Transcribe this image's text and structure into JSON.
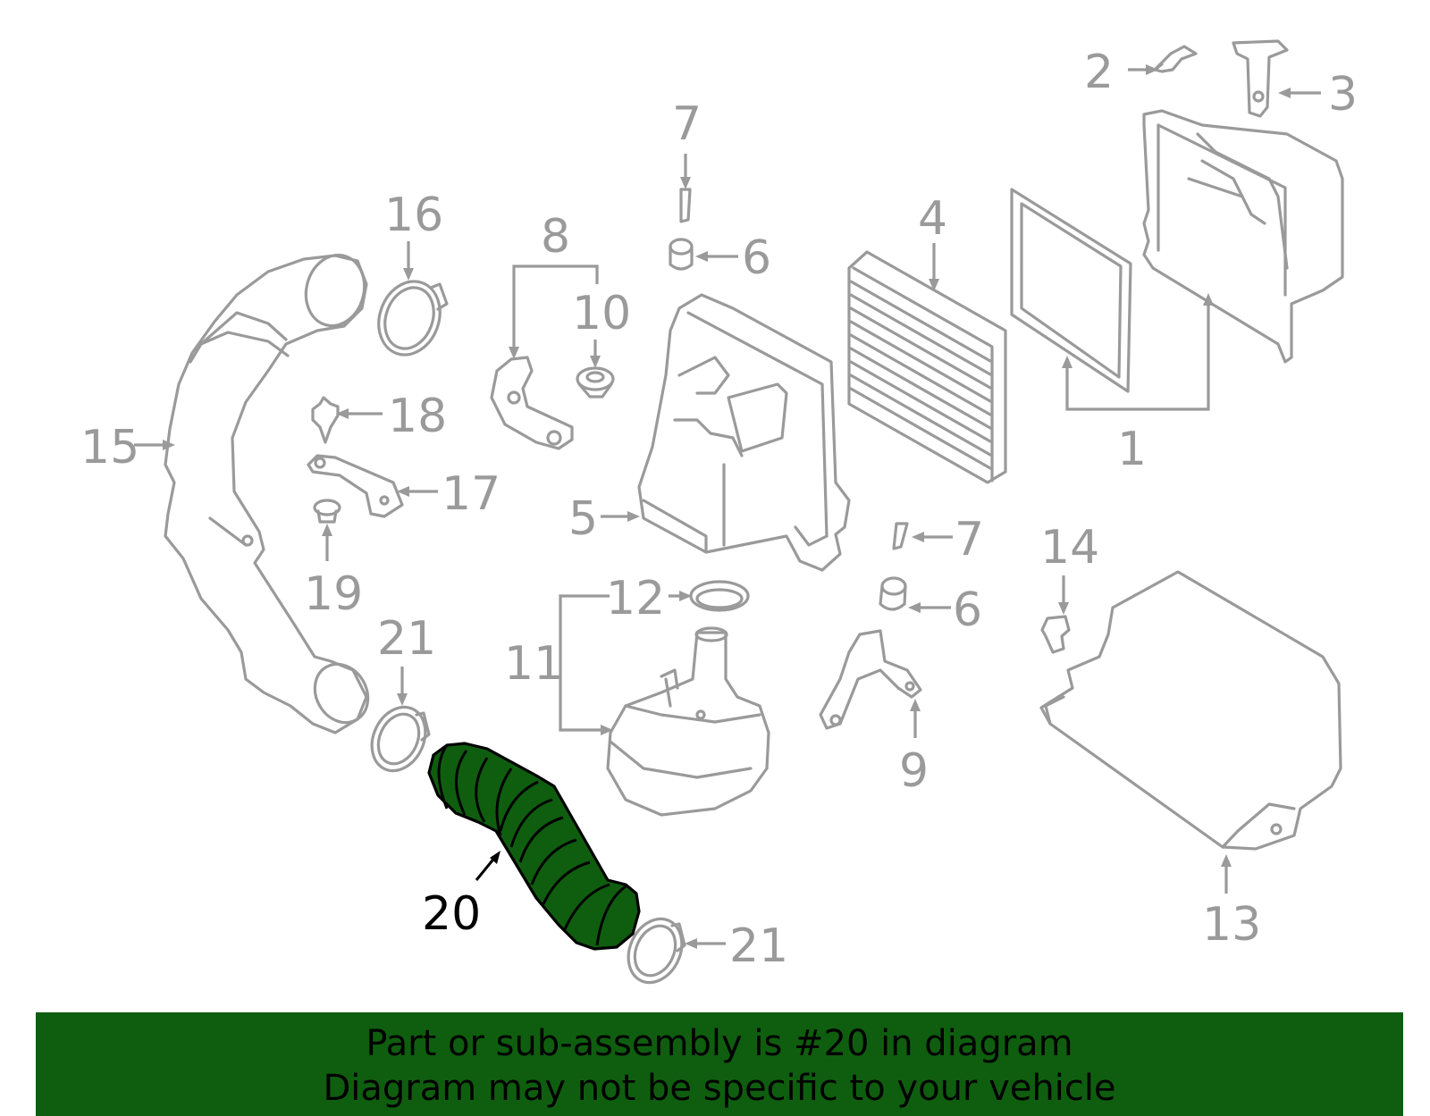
{
  "callouts": {
    "c1": "1",
    "c2": "2",
    "c3": "3",
    "c4": "4",
    "c5": "5",
    "c6a": "6",
    "c6b": "6",
    "c7a": "7",
    "c7b": "7",
    "c8": "8",
    "c9": "9",
    "c10": "10",
    "c11": "11",
    "c12": "12",
    "c13": "13",
    "c14": "14",
    "c15": "15",
    "c16": "16",
    "c17": "17",
    "c18": "18",
    "c19": "19",
    "c20": "20",
    "c21a": "21",
    "c21b": "21"
  },
  "highlighted_part": "20",
  "colors": {
    "highlight": "#0f5e0f",
    "line": "#9a9a9a",
    "banner": "#0f5e0f"
  },
  "banner": {
    "line1": "Part or sub-assembly is #20 in diagram",
    "line2": "Diagram may not be specific to your vehicle"
  }
}
